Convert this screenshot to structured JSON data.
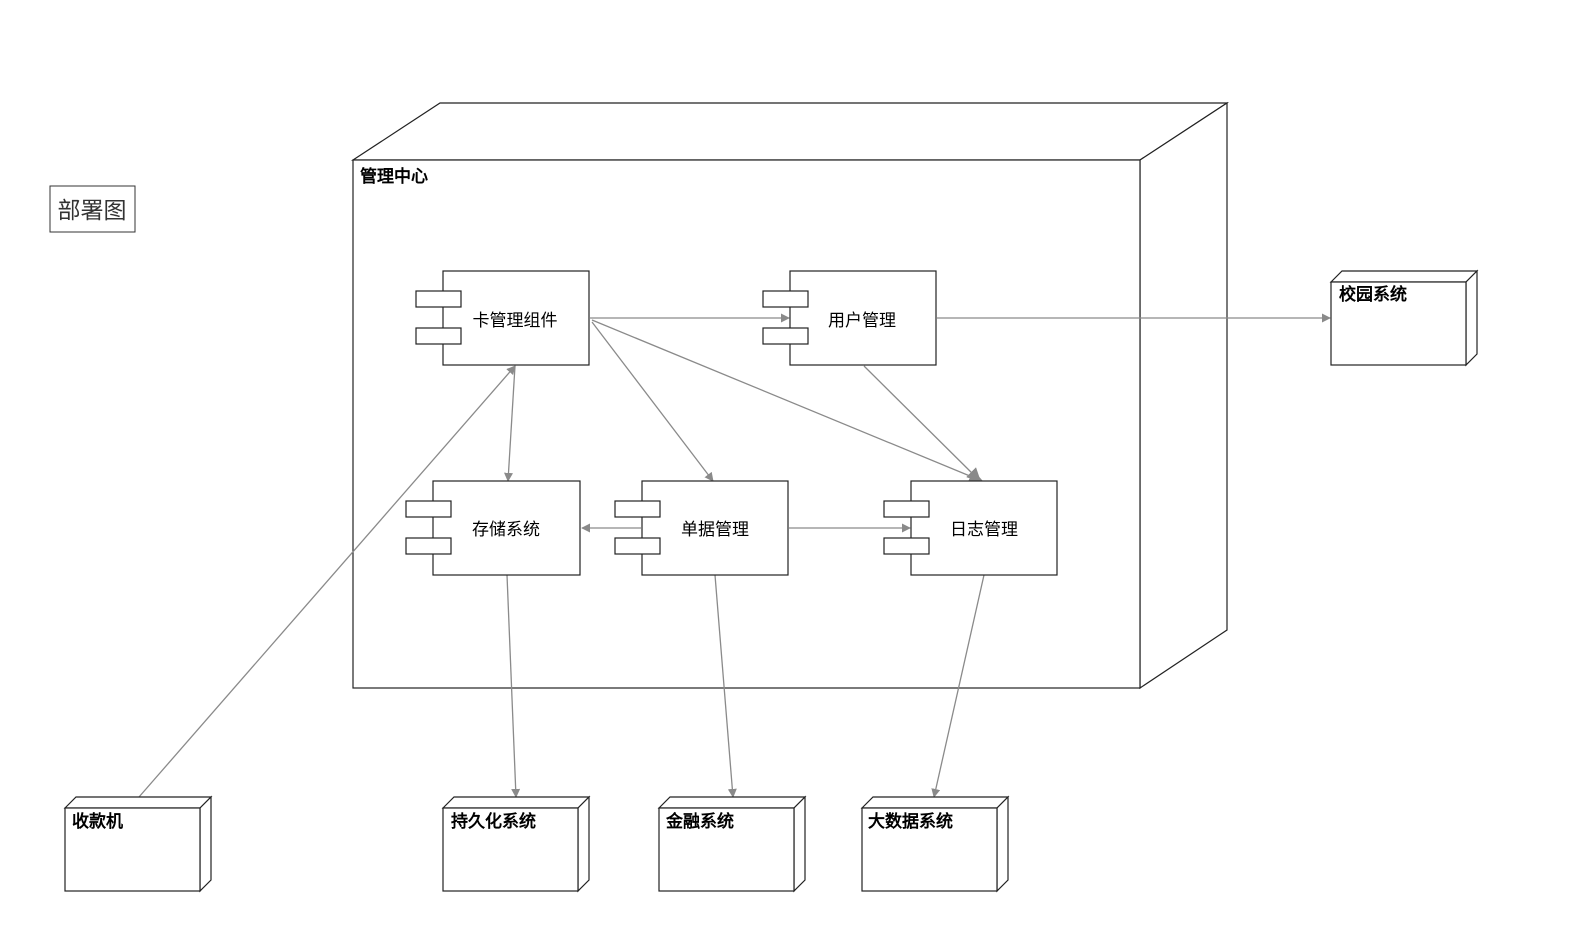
{
  "diagram": {
    "title": "部署图"
  },
  "container": {
    "label": "管理中心"
  },
  "components": [
    {
      "id": "card",
      "label": "卡管理组件"
    },
    {
      "id": "user",
      "label": "用户管理"
    },
    {
      "id": "storage",
      "label": "存储系统"
    },
    {
      "id": "bill",
      "label": "单据管理"
    },
    {
      "id": "log",
      "label": "日志管理"
    }
  ],
  "external_nodes": [
    {
      "id": "campus",
      "label": "校园系统"
    },
    {
      "id": "pos",
      "label": "收款机"
    },
    {
      "id": "persist",
      "label": "持久化系统"
    },
    {
      "id": "finance",
      "label": "金融系统"
    },
    {
      "id": "bigdata",
      "label": "大数据系统"
    }
  ],
  "connections": [
    {
      "from": "card",
      "to": "user"
    },
    {
      "from": "card",
      "to": "storage"
    },
    {
      "from": "card",
      "to": "bill"
    },
    {
      "from": "card",
      "to": "log"
    },
    {
      "from": "user",
      "to": "campus"
    },
    {
      "from": "user",
      "to": "log"
    },
    {
      "from": "bill",
      "to": "storage"
    },
    {
      "from": "bill",
      "to": "log"
    },
    {
      "from": "pos",
      "to": "card"
    },
    {
      "from": "storage",
      "to": "persist"
    },
    {
      "from": "bill",
      "to": "finance"
    },
    {
      "from": "log",
      "to": "bigdata"
    }
  ]
}
